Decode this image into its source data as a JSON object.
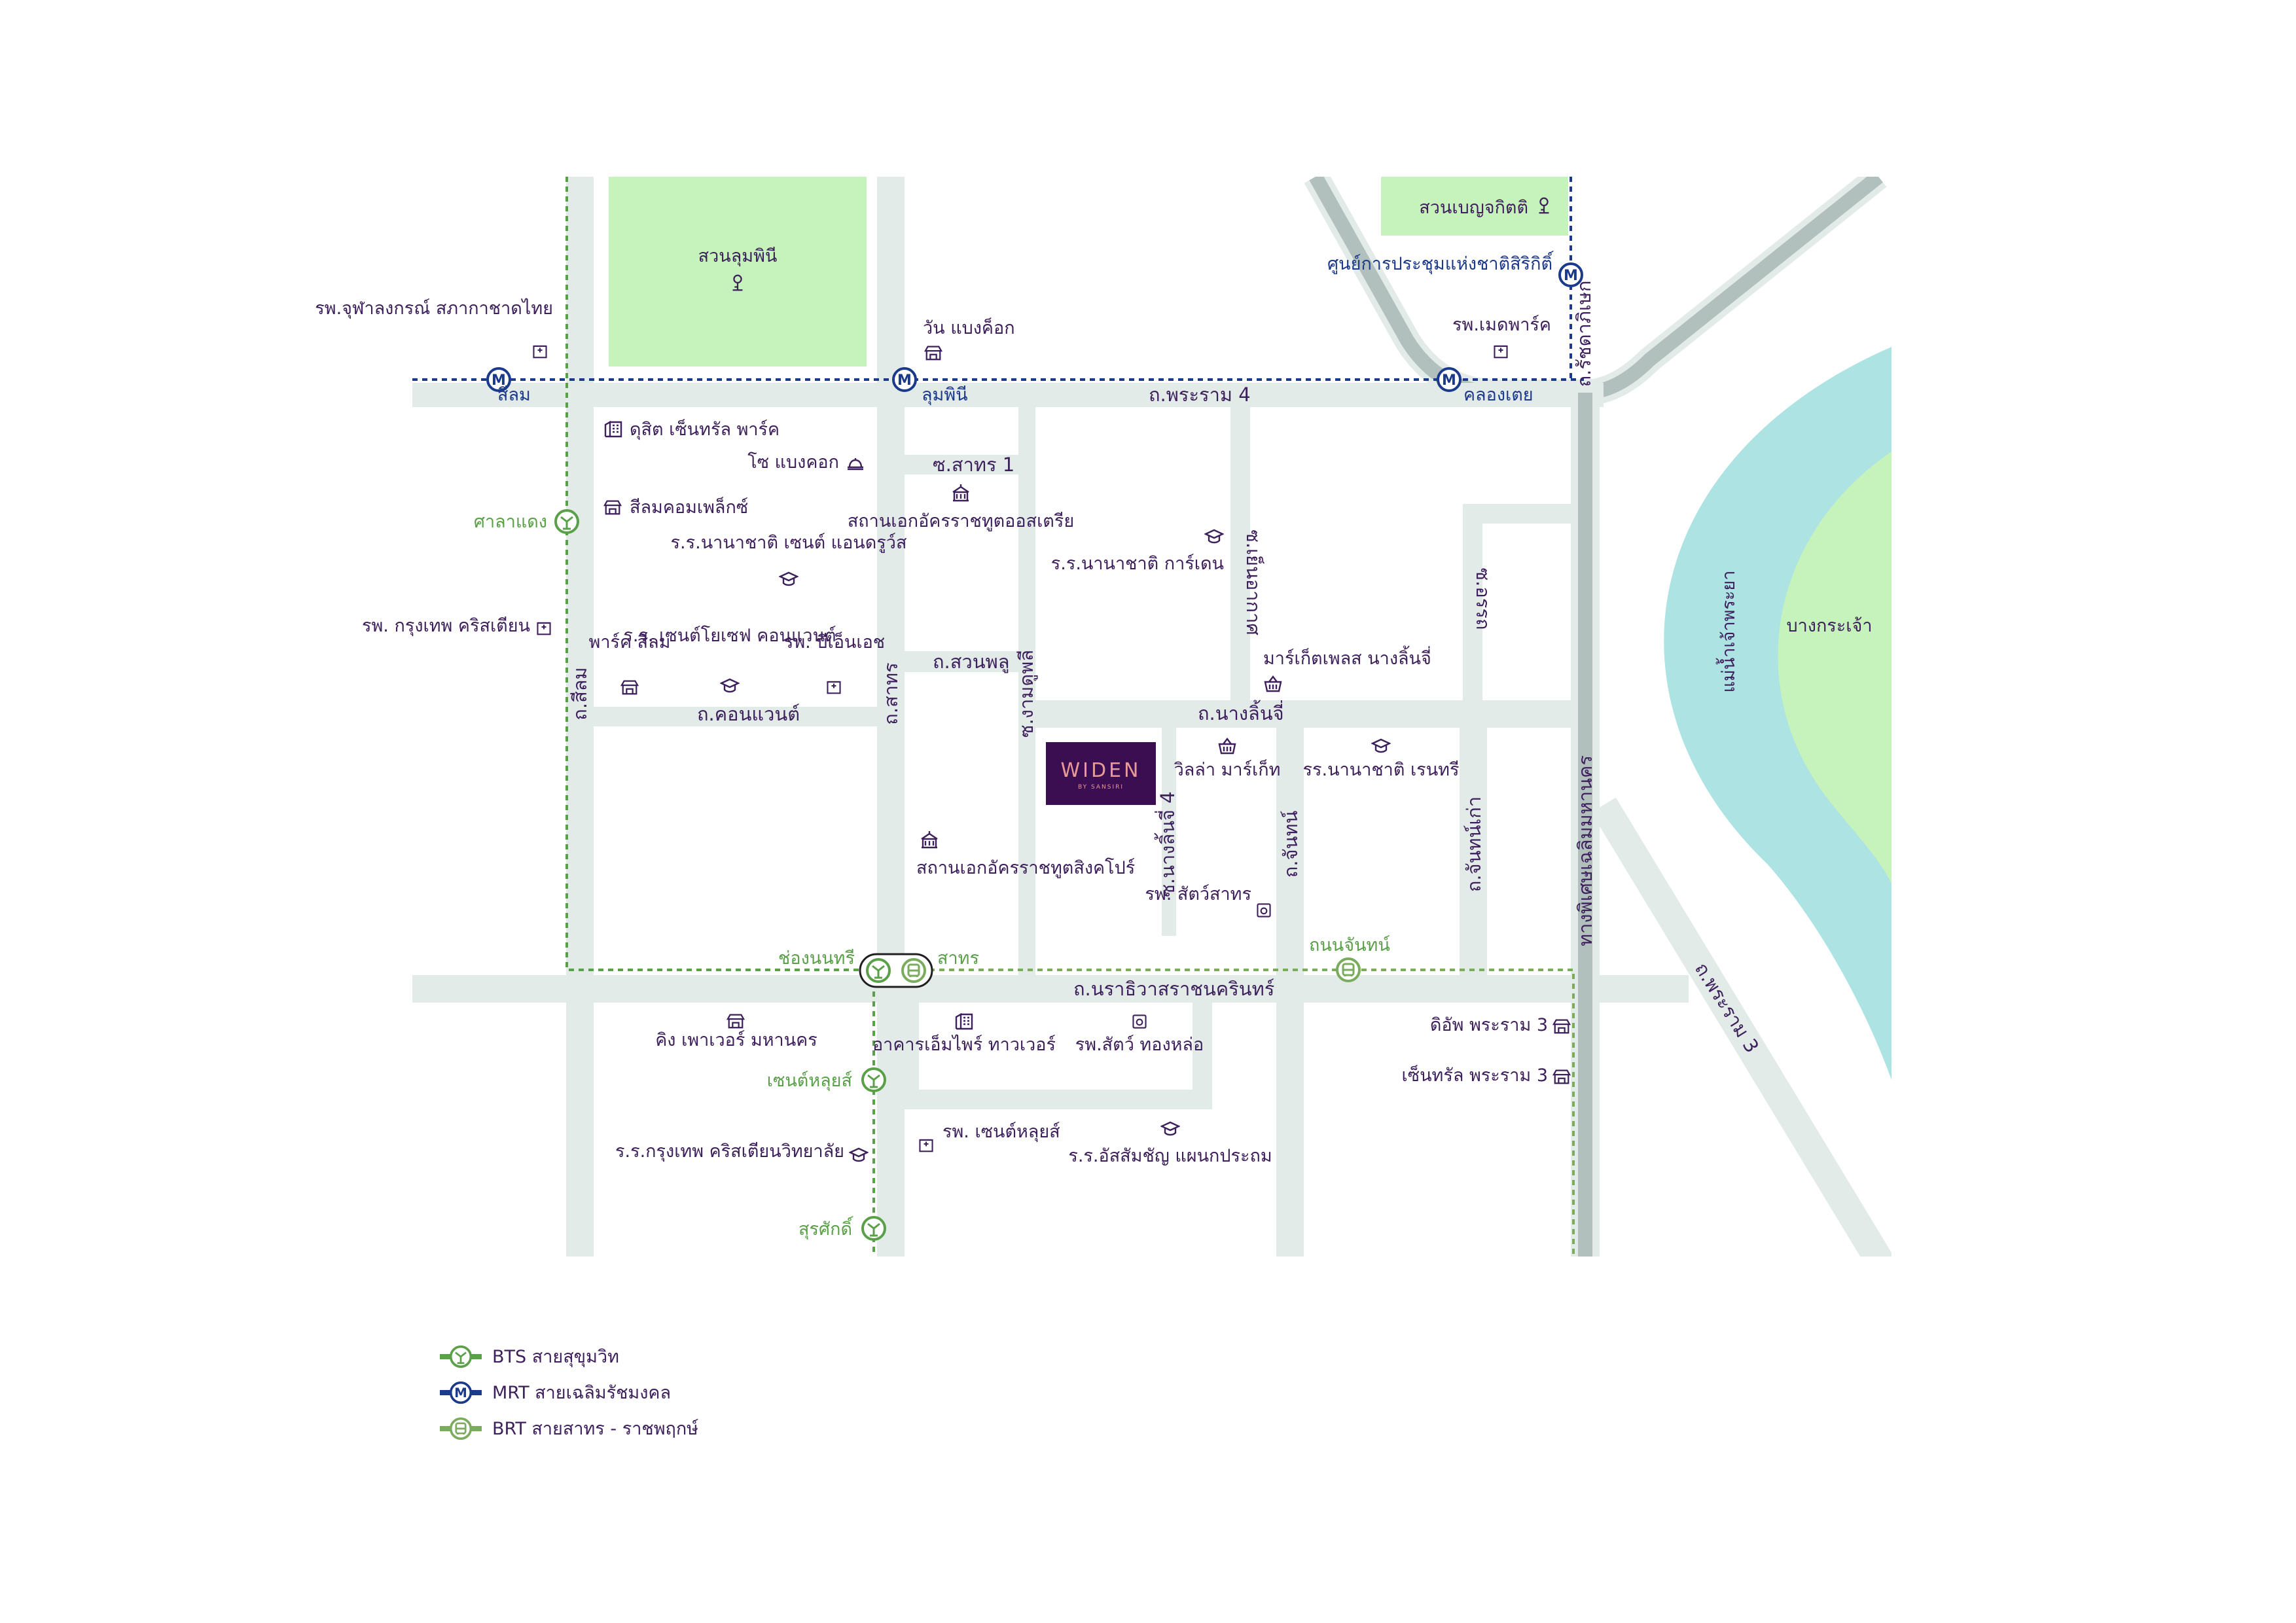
{
  "colors": {
    "road": "#e2ebe8",
    "park": "#c6f2bb",
    "river": "#ade4e3",
    "highway": "#b1c0bc",
    "bts_line": "#5aa048",
    "mrt_line": "#1c3a8c",
    "label": "#3d1f5c",
    "widen_bg": "#3b0e52",
    "widen_text": "#e99a96"
  },
  "parks": {
    "lumpini": "สวนลุมพินี",
    "benjakitti": "สวนเบญจกิตติ",
    "bangkrachao": "บางกระเจ้า"
  },
  "river": "แม่น้ำเจ้าพระยา",
  "roads": {
    "rama4": "ถ.พระราม 4",
    "narathiwas": "ถ.นราธิวาสราชนครินทร์",
    "nanglinchi": "ถ.นางลิ้นจี่",
    "silom": "ถ.สีลม",
    "sathorn": "ถ.สาทร",
    "ngamduphli": "ซ.งามดูพลี",
    "convent": "ถ.คอนแวนต์",
    "suanphlu": "ถ.สวนพลู",
    "sathorn1": "ซ.สาทร 1",
    "yen_akat": "ซ.เย็นอากาศ",
    "ratchada": "ถ.รัชดาภิเษก",
    "expressway": "ทางพิเศษเฉลิมมหานคร",
    "rama3": "ถ.พระราม 3",
    "nanglinchi4": "ซ.นางลิ้นจี่ 4",
    "chan": "ถ.จันทน์",
    "chan_kao": "ถ.จันทน์เก่า",
    "soi_onrut": "ซ.อรรถ"
  },
  "stations": {
    "mrt_silom": "สีลม",
    "mrt_lumphini": "ลุมพินี",
    "mrt_khlongtoei": "คลองเตย",
    "mrt_qsncc": "ศูนย์การประชุมแห่งชาติสิริกิติ์",
    "bts_saladaeng": "ศาลาแดง",
    "bts_chongnonsi": "ช่องนนทรี",
    "brt_sathorn": "สาทร",
    "brt_thanonchan": "ถนนจันทน์",
    "bts_saintlouis": "เซนต์หลุยส์",
    "bts_surasak": "สุรศักดิ์"
  },
  "places": {
    "chula_hospital": "รพ.จุฬาลงกรณ์ สภากาชาดไทย",
    "one_bangkok": "วัน แบงค็อก",
    "medpark": "รพ.เมดพาร์ค",
    "dusit_central_park": "ดุสิต เซ็นทรัล พาร์ค",
    "so_bangkok": "โซ แบงคอก",
    "silom_complex": "สีลมคอมเพล็กซ์",
    "st_andrews": "ร.ร.นานาชาติ เซนต์ แอนดรูว์ส",
    "austria_embassy": "สถานเอกอัครราชทูตออสเตรีย",
    "garden_school": "ร.ร.นานาชาติ การ์เดน",
    "bangkok_christian_hospital": "รพ. กรุงเทพ คริสเตียน",
    "park_silom": "พาร์ค สีลม",
    "st_joseph": "ร.ร. เซนต์โยเซฟ คอนแวนต์",
    "bnh": "รพ. บีเอ็นเอช",
    "market_place": "มาร์เก็ตเพลส นางลิ้นจี่",
    "villa_market": "วิลล่า มาร์เก็ท",
    "regent_school": "รร.นานาชาติ เรนทรี",
    "singapore_embassy": "สถานเอกอัครราชทูตสิงคโปร์",
    "sathorn_animal_hospital": "รพ. สัตว์สาทร",
    "king_power": "คิง เพาเวอร์ มหานคร",
    "empire_tower": "อาคารเอ็มไพร์ ทาวเวอร์",
    "thonglor_pet_hospital": "รพ.สัตว์ ทองหล่อ",
    "the_mall_rama3": "ดิอัพ พระราม 3",
    "central_rama3": "เซ็นทรัล พระราม 3",
    "st_louis_hospital": "รพ. เซนต์หลุยส์",
    "bcc": "ร.ร.กรุงเทพ คริสเตียนวิทยาลัย",
    "assumption": "ร.ร.อัสสัมชัญ แผนกประถม"
  },
  "widen": {
    "name": "WIDEN",
    "tag": "BY SANSIRI"
  },
  "legend": [
    {
      "line": "bts",
      "label": "BTS สายสุขุมวิท"
    },
    {
      "line": "mrt",
      "label": "MRT สายเฉลิมรัชมงคล"
    },
    {
      "line": "brt",
      "label": "BRT สายสาทร - ราชพฤกษ์"
    }
  ]
}
